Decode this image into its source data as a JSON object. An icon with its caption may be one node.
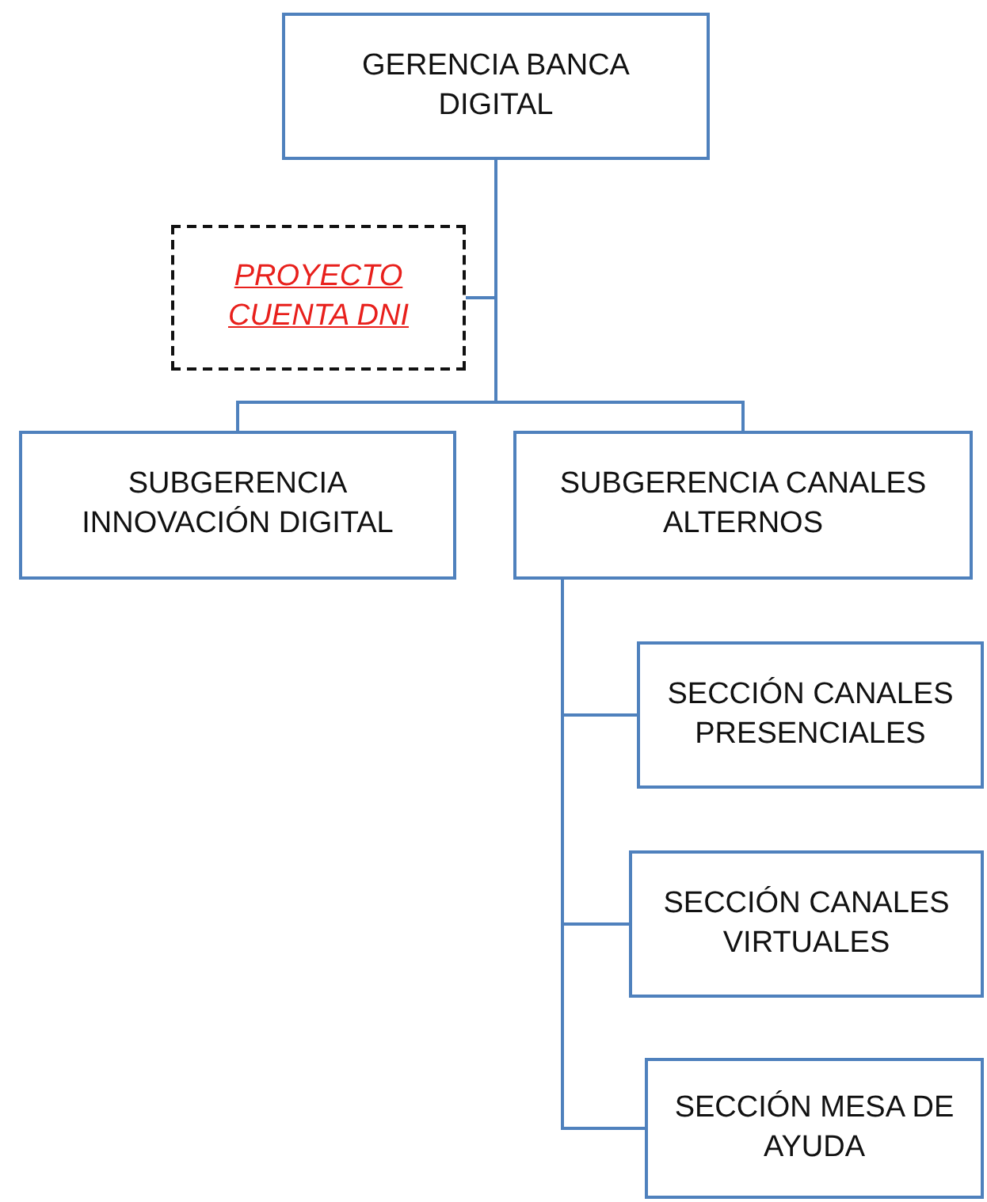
{
  "diagram": {
    "nodes": [
      {
        "text": [
          "GERENCIA BANCA DIGITAL"
        ]
      },
      {
        "text": [
          "PROYECTO CUENTA DNI"
        ]
      },
      {
        "text": [
          "SUBGERENCIA INNOVACIÓN DIGITAL"
        ]
      },
      {
        "text": [
          "SUBGERENCIA CANALES ALTERNOS"
        ]
      },
      {
        "text": [
          "SECCIÓN CANALES PRESENCIALES"
        ]
      },
      {
        "text": [
          "SECCIÓN CANALES VIRTUALES"
        ]
      },
      {
        "text": [
          "SECCIÓN MESA DE AYUDA"
        ]
      }
    ],
    "edges": [
      {
        "from": 0,
        "to": 1,
        "arrow": "none"
      },
      {
        "from": 0,
        "to": 2,
        "arrow": "none"
      },
      {
        "from": 0,
        "to": 3,
        "arrow": "none"
      },
      {
        "from": 3,
        "to": 4,
        "arrow": "none"
      },
      {
        "from": 3,
        "to": 5,
        "arrow": "none"
      },
      {
        "from": 3,
        "to": 6,
        "arrow": "none"
      }
    ]
  }
}
